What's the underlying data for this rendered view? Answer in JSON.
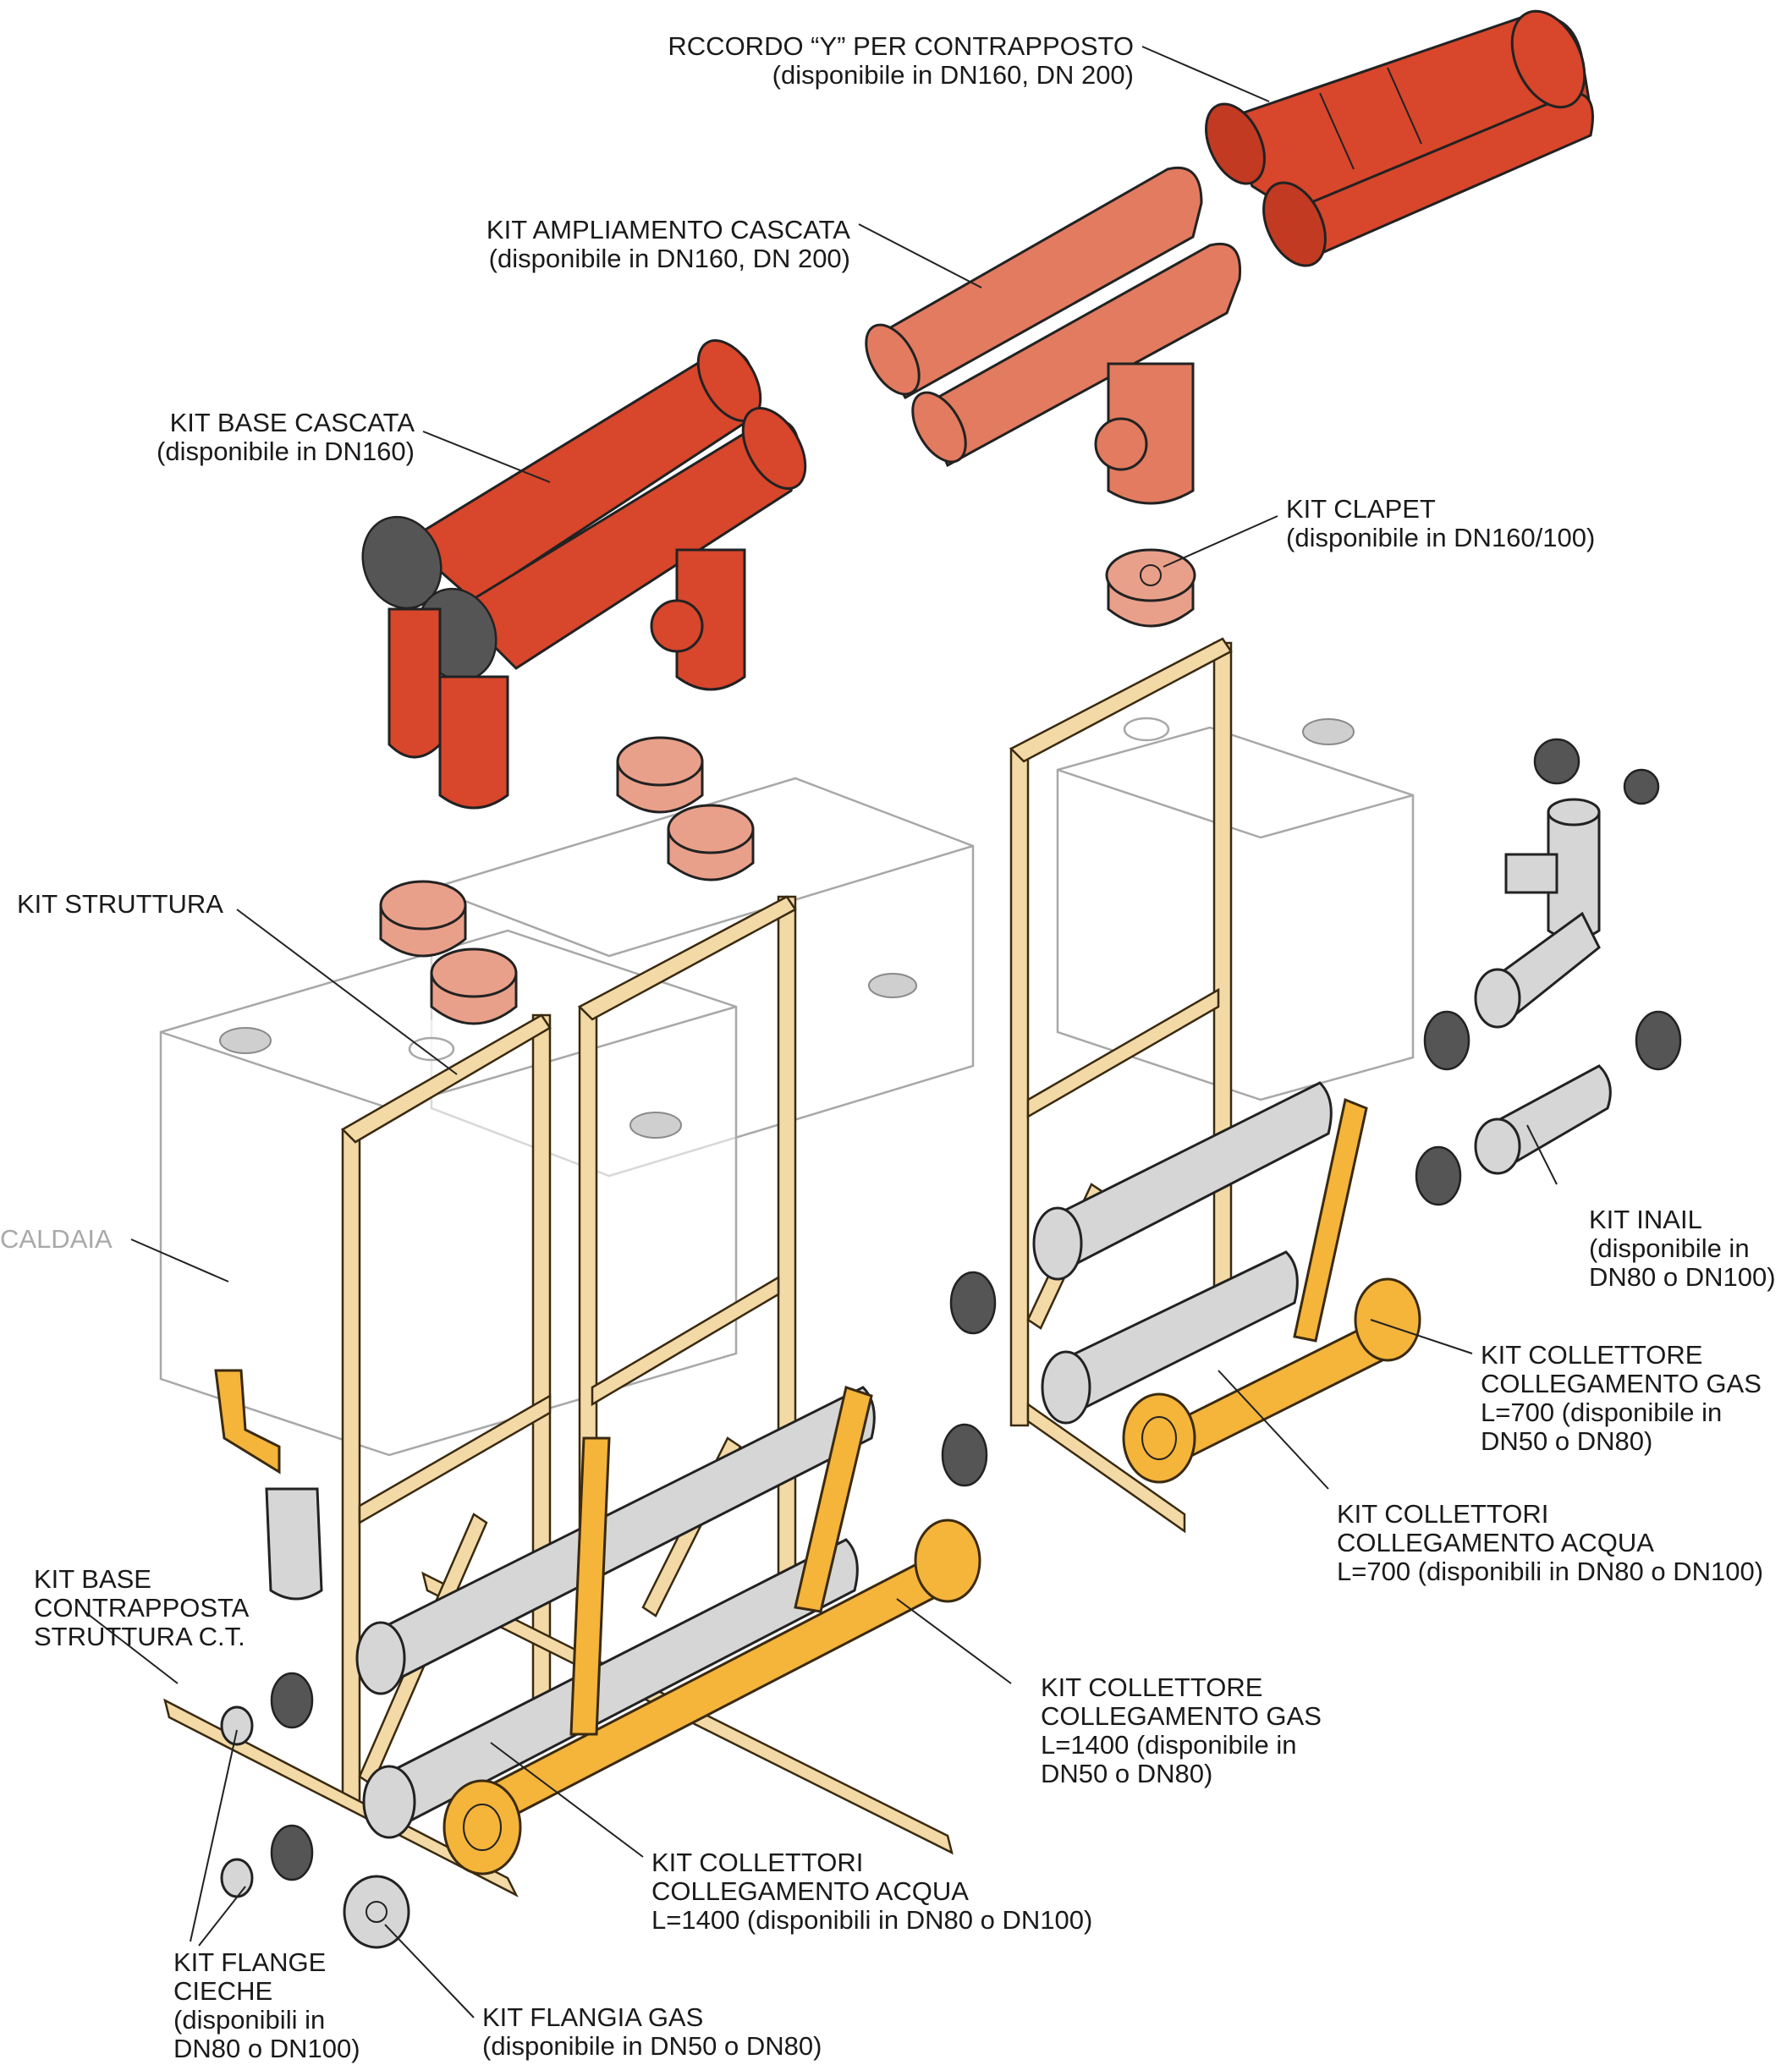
{
  "colors": {
    "flue_red": "#d8462c",
    "flue_light": "#e27b60",
    "frame_wood": "#f3d9a6",
    "gas_yellow": "#f5b43a",
    "water_grey": "#d3d3d3",
    "outline": "#222222",
    "boiler_line": "#a0a0a0"
  },
  "labels": {
    "raccordo_y": {
      "line1": "RCCORDO “Y” PER CONTRAPPOSTO",
      "line2": "(disponibile in DN160, DN 200)"
    },
    "kit_ampliamento": {
      "line1": "KIT AMPLIAMENTO CASCATA",
      "line2": "(disponibile in DN160, DN 200)"
    },
    "kit_base_cascata": {
      "line1": "KIT BASE CASCATA",
      "line2": "(disponibile in DN160)"
    },
    "kit_clapet": {
      "line1": "KIT CLAPET",
      "line2": "(disponibile in DN160/100)"
    },
    "kit_struttura": {
      "line1": "KIT STRUTTURA"
    },
    "caldaia": {
      "line1": "CALDAIA"
    },
    "kit_inail": {
      "line1": "KIT INAIL",
      "line2": "(disponibile in",
      "line3": "DN80 o DN100)"
    },
    "kit_collettore_gas_700": {
      "line1": "KIT COLLETTORE",
      "line2": "COLLEGAMENTO GAS",
      "line3": "L=700 (disponibile in",
      "line4": "DN50 o DN80)"
    },
    "kit_collettori_acqua_700": {
      "line1": "KIT COLLETTORI",
      "line2": "COLLEGAMENTO ACQUA",
      "line3": "L=700 (disponibili in DN80 o DN100)"
    },
    "kit_base_contrapposta": {
      "line1": "KIT BASE",
      "line2": "CONTRAPPOSTA",
      "line3": "STRUTTURA C.T."
    },
    "kit_collettore_gas_1400": {
      "line1": "KIT COLLETTORE",
      "line2": "COLLEGAMENTO GAS",
      "line3": "L=1400 (disponibile in",
      "line4": "DN50 o DN80)"
    },
    "kit_collettori_acqua_1400": {
      "line1": "KIT COLLETTORI",
      "line2": "COLLEGAMENTO ACQUA",
      "line3": "L=1400 (disponibili in DN80 o DN100)"
    },
    "kit_flange_cieche": {
      "line1": "KIT FLANGE",
      "line2": "CIECHE",
      "line3": "(disponibili in",
      "line4": "DN80 o DN100)"
    },
    "kit_flangia_gas": {
      "line1": "KIT FLANGIA GAS",
      "line2": "(disponibile in DN50 o DN80)"
    }
  }
}
